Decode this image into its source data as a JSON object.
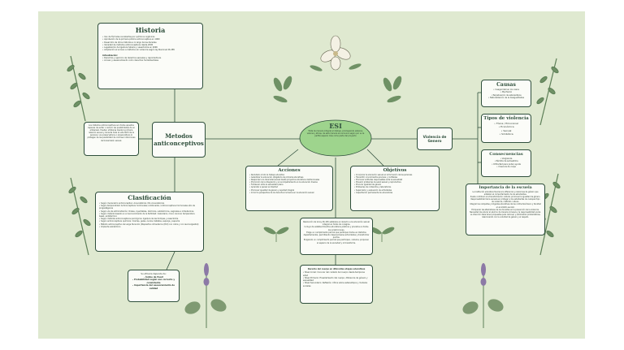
{
  "historia": {
    "title": "Historia",
    "items": [
      "Uso de fórmulas recubiertas por químicos orgánicos",
      "Aprobación de la primera píldora anticonceptiva en 1960",
      "Desarrollo de otros métodos a lo largo de las décadas",
      "Variedad de métodos anticonceptivos desde 2000",
      "Legalización de ligadura tubaria y vasectomía en 2006",
      "Ampliación el acceso a métodos sin violencia según ley Nacional 26.485"
    ],
    "sub_title": "Actualización:",
    "sub_items": [
      "Derechos y ejercicio de derechos sexuales y reproductivos",
      "Acceso y asesoramiento como derechos fundamentales"
    ]
  },
  "metodos": {
    "title": "Metodos anticonceptivos",
    "description": "Los métodos anticonceptivos son todos aquellos capaces de evitar o reducir las posibilidades de un embarazo. Pueden utilizarse desde la primera relación sexual y durante toda la vida fértil de la persona. Los preservativos o preservativos lo protegen de las posibilidad de contraer infecciones de transmisión sexual."
  },
  "clasificacion": {
    "title": "Clasificación",
    "items": [
      "Según mecanismo anticonceptivo: Anovulatorios / No Anovulatorios",
      "Según temporalidad: Anticonceptivos hormonales combinados / Anticonceptivos hormonales sólo de progestágenos",
      "Según vía de administración: Orales, inyectables, dérmicos, subdérmicos, vaginales e intrauterinos",
      "Según método basado en el reconocimiento de la fertilidad: Calendario, moco cervical, temperatura basal, sintotérmico",
      "Según métodos anticonceptivos quirúrgicos: ligadura de las trompas y vasectomía",
      "Según anticonceptivos químicos: Cremas, geles, óvulos, tabletas, esponja y espuma",
      "Método anticonceptivo de Larga Duración (Dispositivo intrauterino (DIU) con cobre y con levonorgestrel)",
      "Implante subdérmico"
    ]
  },
  "eficacia": {
    "lines": [
      "Su eficacia depende de:",
      "- Índice de Pearl",
      "- Probabilidad según uso correcto y consistente",
      "- Importancia del asesoramiento de calidad"
    ]
  },
  "esi": {
    "title": "ESI",
    "text": "Trata de manera integral el diálogo, privilegiando saberes, valores y éticas, de esta manera se reconoce según por su la perfilé espacio más como parte del proyecto"
  },
  "acciones": {
    "title": "Acciones",
    "items": [
      "Reclutado a todo la trabajo educativo",
      "Garantizar la educación obligatoria de primaria educativas",
      "Responder a la diversidad sexual desde proyectos educativos institucionales",
      "Promoción de la integración y el acompañamiento en la educación diversa",
      "Fortalecer entre la sexualidad plena",
      "Aprender a pensar en libertad",
      "Promover igualdad de género y equidad integral",
      "Incluir la perspectiva de los derechos humanos en la educación sexual"
    ]
  },
  "objetivos": {
    "title": "Objetivos",
    "items": [
      "Incorporar la educación sexual en la formación de las personas",
      "Transmitir conocimientos precisos y confiables",
      "Promover actitudes responsables ante la sexualidad",
      "Prevenir problemas de salud sexual y reproductiva",
      "Procurar igualdad de género",
      "Profesores de contenidos y laboratorios",
      "Supervisión y evaluación de actividades",
      "Capacitación permanente de educadores"
    ]
  },
  "resolucion": {
    "lines": [
      "Resolución de la ley 26.150 establece el derecho a la educación sexual integral en todos los colegios.",
      "Incluye de establecimientos educativos públicos y privados en todos los jurisdicciones.",
      "Exige un cumplimiento parcial que participen todos en distintos departamentos, permitiendo desenvolverse actividades y transformar puntos.",
      "Exigiendo un cumplimiento parcial que participen, reduzca, proponen el espacio de la sociedad y lo transforme."
    ]
  },
  "cuerpo": {
    "title": "Derecho del cuerpo en diferentes etapas educativas",
    "items": [
      "Nivel Inicial: Conocer del cuidado del cuerpo desde temprana edad",
      "Nivel Primario: Enseñamiento del cuerpo, diferencia de género y sexualidad",
      "Nivel Secundario: Reflexión crítica sobre estereotipos y modelos sociales"
    ]
  },
  "violencia": {
    "title": "Violencia de Genero"
  },
  "causas": {
    "title": "Causas",
    "items": [
      "Inseguridad en los casos",
      "Machismo",
      "Perpetuación de estereotipos",
      "Naturalización de la desigualdades"
    ]
  },
  "tipos": {
    "title": "Tipos de violencia",
    "items": [
      "Física / Emocional",
      "Económica",
      "Sexual",
      "Simbólica"
    ]
  },
  "consecuencias": {
    "title": "Consecuencias",
    "items": [
      "Vergüenza",
      "Pérdida de autoestima",
      "Dificultad para poder ayuda",
      "Creencia de culpa"
    ]
  },
  "importancia": {
    "title": "Importancia de la escuela",
    "items": [
      "La institución educativa favorece la diferencia y relaciones de género que entablen al comportamiento de los estudiantes.",
      "Puede contribuir a la transformación cultural, promover la igualdad de género.",
      "Responsabilidad de la escuela en proteger a los estudiantes de cualquier tipo de violencia, maltrato o abuso.",
      "Integrar las campañas y brigadas educativas de las contra-fenómeno y facultad en el ámbito escolar.",
      "Enriquecer las alternativas de los docentes en la prevención de la violencia.",
      "Necesidad de educar al alumno de manera inclusiva y la responsabilidad social.",
      "La dirección debe tener propuestas para remover y administrar problemáticas, relacionando con la voluntad de género y el respeto."
    ]
  },
  "colors": {
    "background": "#dfe9d0",
    "border": "#2f4f3c",
    "esi_fill": "#9ed48d",
    "line": "#2f4f3c",
    "plant": "#5d7f57",
    "flower": "#8c79a6"
  }
}
